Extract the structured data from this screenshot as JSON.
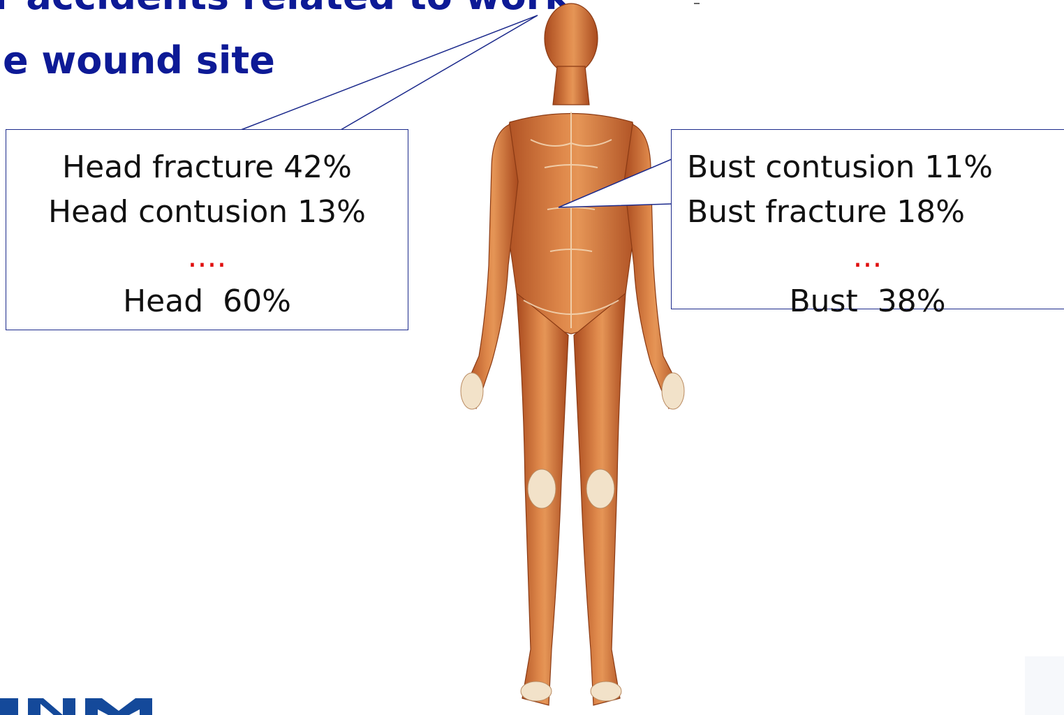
{
  "title": {
    "line1": "r accidents related to work",
    "line2": "e wound site"
  },
  "head_callout": {
    "line1": "Head fracture 42%",
    "line2": "Head contusion 13%",
    "ellipsis": "....",
    "total": "Head  60%"
  },
  "bust_callout": {
    "line1": "Bust contusion 11%",
    "line2": "Bust fracture 18%",
    "ellipsis": "...",
    "total": "Bust  38%"
  },
  "colors": {
    "title": "#0d1a96",
    "callout_border": "#1c2a8c",
    "ellipsis": "#e01010",
    "muscle": "#c9652f",
    "logo": "#14499a"
  },
  "icons": {
    "figure": "human-anatomy-figure",
    "logo": "organization-logo"
  }
}
